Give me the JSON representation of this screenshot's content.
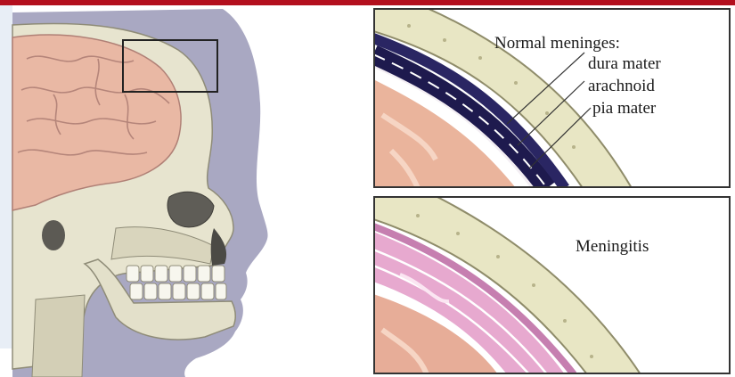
{
  "colors": {
    "top_rule": "#b30f1e",
    "left_strip": "#e8eef6",
    "dura": "#1e1a4e",
    "inflamed": "#e7a9cf",
    "brain": "#e9b8a4",
    "skull": "#e7e4cf"
  },
  "normal_panel": {
    "title": "Normal meninges:",
    "labels": [
      "dura mater",
      "arachnoid",
      "pia mater"
    ]
  },
  "meningitis_panel": {
    "title": "Meningitis"
  }
}
